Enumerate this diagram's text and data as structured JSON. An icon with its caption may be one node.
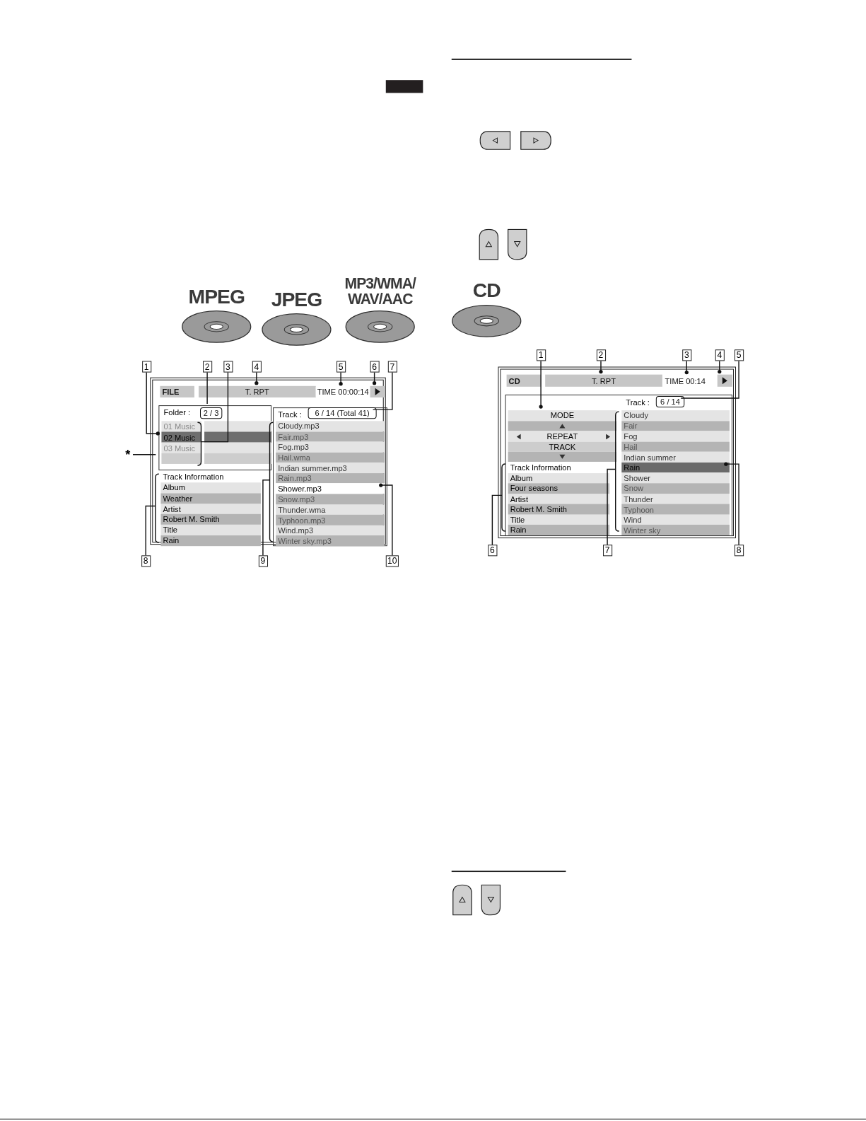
{
  "diagram": {
    "nodes": [
      {
        "text": [
          "MPEG"
        ]
      },
      {
        "text": [
          "JPEG"
        ]
      },
      {
        "text": [
          "MP3/WMA/ WAV/AAC"
        ]
      },
      {
        "text": [
          "CD"
        ]
      },
      {
        "text": [],
        "shape": "box"
      },
      {
        "text": [
          "FILE"
        ],
        "in": 4
      },
      {
        "text": [
          "T. RPT"
        ],
        "in": 4
      },
      {
        "text": [
          "TIME 00:00:14"
        ],
        "in": 4
      },
      {
        "text": [],
        "shape": "triangle",
        "in": 4
      },
      {
        "text": [
          "Folder :"
        ],
        "in": 4
      },
      {
        "text": [
          "2 / 3"
        ],
        "in": 9
      },
      {
        "text": [],
        "shape": "box",
        "in": 9
      },
      {
        "text": [
          "01 Music"
        ],
        "in": 11
      },
      {
        "text": [
          "02 Music"
        ],
        "in": 11
      },
      {
        "text": [
          "03 Music"
        ],
        "in": 11
      },
      {
        "text": [
          "*"
        ]
      },
      {
        "text": [
          "Track Information",
          "Album",
          "Weather",
          "Artist",
          "Robert M. Smith",
          "Title",
          "Rain"
        ],
        "in": 4
      },
      {
        "text": [
          "Track :"
        ],
        "in": 4
      },
      {
        "text": [
          "6 / 14 (Total 41)"
        ],
        "in": 17
      },
      {
        "text": [],
        "shape": "box",
        "in": 17
      },
      {
        "text": [
          "Cloudy.mp3"
        ],
        "in": 19
      },
      {
        "text": [
          "Fair.mp3"
        ],
        "in": 19
      },
      {
        "text": [
          "Fog.mp3"
        ],
        "in": 19
      },
      {
        "text": [
          "Hail.wma"
        ],
        "in": 19
      },
      {
        "text": [
          "Indian summer.mp3"
        ],
        "in": 19
      },
      {
        "text": [
          "Rain.mp3"
        ],
        "in": 19
      },
      {
        "text": [
          "Shower.mp3"
        ],
        "in": 19
      },
      {
        "text": [
          "Snow.mp3"
        ],
        "in": 19
      },
      {
        "text": [
          "Thunder.wma"
        ],
        "in": 19
      },
      {
        "text": [
          "Typhoon.mp3"
        ],
        "in": 19
      },
      {
        "text": [
          "Wind.mp3"
        ],
        "in": 19
      },
      {
        "text": [
          "Winter sky.mp3"
        ],
        "in": 19
      },
      {
        "text": [
          "1"
        ]
      },
      {
        "text": [
          "2"
        ]
      },
      {
        "text": [
          "3"
        ]
      },
      {
        "text": [
          "4"
        ]
      },
      {
        "text": [
          "5"
        ]
      },
      {
        "text": [
          "6"
        ]
      },
      {
        "text": [
          "7"
        ]
      },
      {
        "text": [
          "8"
        ]
      },
      {
        "text": [
          "9"
        ]
      },
      {
        "text": [
          "10"
        ]
      },
      {
        "text": [],
        "shape": "box"
      },
      {
        "text": [
          "CD"
        ],
        "in": 42
      },
      {
        "text": [
          "T. RPT"
        ],
        "in": 42
      },
      {
        "text": [
          "TIME 00:14"
        ],
        "in": 42
      },
      {
        "text": [],
        "shape": "triangle",
        "in": 42
      },
      {
        "text": [
          "Track :"
        ],
        "in": 42
      },
      {
        "text": [
          "6 / 14"
        ],
        "in": 47
      },
      {
        "text": [
          "MODE",
          "REPEAT",
          "TRACK"
        ],
        "in": 47
      },
      {
        "text": [
          "Track Information",
          "Album",
          "Four seasons",
          "Artist",
          "Robert M. Smith",
          "Title",
          "Rain"
        ],
        "in": 47
      },
      {
        "text": [],
        "shape": "box",
        "in": 47
      },
      {
        "text": [
          "Cloudy"
        ],
        "in": 51
      },
      {
        "text": [
          "Fair"
        ],
        "in": 51
      },
      {
        "text": [
          "Fog"
        ],
        "in": 51
      },
      {
        "text": [
          "Hail"
        ],
        "in": 51
      },
      {
        "text": [
          "Indian summer"
        ],
        "in": 51
      },
      {
        "text": [
          "Rain"
        ],
        "in": 51
      },
      {
        "text": [
          "Shower"
        ],
        "in": 51
      },
      {
        "text": [
          "Snow"
        ],
        "in": 51
      },
      {
        "text": [
          "Thunder"
        ],
        "in": 51
      },
      {
        "text": [
          "Typhoon"
        ],
        "in": 51
      },
      {
        "text": [
          "Wind"
        ],
        "in": 51
      },
      {
        "text": [
          "Winter sky"
        ],
        "in": 51
      },
      {
        "text": [
          "1"
        ]
      },
      {
        "text": [
          "2"
        ]
      },
      {
        "text": [
          "3"
        ]
      },
      {
        "text": [
          "4"
        ]
      },
      {
        "text": [
          "5"
        ]
      },
      {
        "text": [
          "6"
        ]
      },
      {
        "text": [
          "7"
        ]
      },
      {
        "text": [
          "8"
        ]
      }
    ],
    "edges": [
      {
        "from": 32,
        "to": 13,
        "arrow": "other"
      },
      {
        "from": 33,
        "to": 10,
        "arrow": "none"
      },
      {
        "from": 34,
        "to": 11,
        "arrow": "none"
      },
      {
        "from": 35,
        "to": 6,
        "arrow": "other"
      },
      {
        "from": 36,
        "to": 7,
        "arrow": "other"
      },
      {
        "from": 37,
        "to": 8,
        "arrow": "other"
      },
      {
        "from": 38,
        "to": 18,
        "arrow": "none"
      },
      {
        "from": 39,
        "to": 16,
        "arrow": "none"
      },
      {
        "from": 40,
        "to": 19,
        "arrow": "none"
      },
      {
        "from": 41,
        "to": 26,
        "arrow": "other"
      },
      {
        "from": 15,
        "to": 9,
        "arrow": "none"
      },
      {
        "from": 64,
        "to": 49,
        "arrow": "other"
      },
      {
        "from": 65,
        "to": 44,
        "arrow": "other"
      },
      {
        "from": 66,
        "to": 45,
        "arrow": "other"
      },
      {
        "from": 67,
        "to": 46,
        "arrow": "other"
      },
      {
        "from": 68,
        "to": 48,
        "arrow": "none"
      },
      {
        "from": 69,
        "to": 50,
        "arrow": "none"
      },
      {
        "from": 70,
        "to": 51,
        "arrow": "none"
      },
      {
        "from": 71,
        "to": 57,
        "arrow": "other"
      }
    ]
  }
}
